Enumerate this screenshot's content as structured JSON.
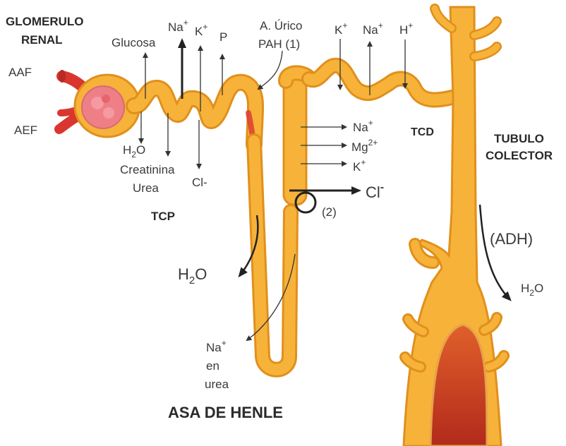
{
  "labels": {
    "glomerulo_line1": "GLOMERULO",
    "glomerulo_line2": "RENAL",
    "aaf": "AAF",
    "aef": "AEF",
    "glucosa": "Glucosa",
    "na_top": "Na",
    "k_top": "K",
    "p_top": "P",
    "acido_urico": "A. Úrico",
    "pah": "PAH  (1)",
    "k_right": "K",
    "na_right": "Na",
    "h_right": "H",
    "h2o_tcp": "H",
    "h2o_tcp_o": "O",
    "creatinina": "Creatinina",
    "urea": "Urea",
    "cl_tcp": "Cl-",
    "tcp": "TCP",
    "na_loop": "Na",
    "mg_loop": "Mg",
    "k_loop": "K",
    "cl_loop": "Cl",
    "marker_2": "(2)",
    "tcd": "TCD",
    "tubulo_line1": "TUBULO",
    "tubulo_line2": "COLECTOR",
    "adh": "(ADH)",
    "h2o_left": "H",
    "h2o_left_o": "O",
    "h2o_right": "H",
    "h2o_right_o": "O",
    "na_en_urea_1": "Na",
    "na_en_urea_2": "en",
    "na_en_urea_3": "urea",
    "asa": "ASA DE HENLE"
  },
  "superscripts": {
    "plus": "+",
    "minus": "-",
    "mg_charge": "2+"
  },
  "subscripts": {
    "two": "2"
  },
  "colors": {
    "tube_outline": "#e0901c",
    "tube_fill": "#f7b23a",
    "tube_light": "#fbc963",
    "vessel_red": "#d9362f",
    "glomerulus_pink": "#ef7f86",
    "medulla_red": "#c9331f",
    "text": "#3a3a3a"
  }
}
